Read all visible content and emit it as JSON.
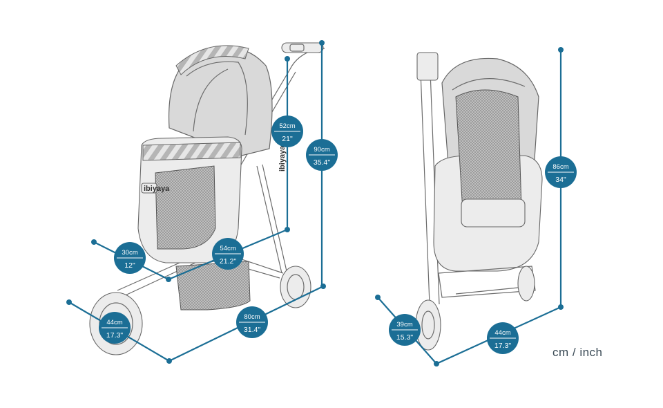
{
  "colors": {
    "dimension": "#1b6e95",
    "label_text": "#ffffff",
    "line_art": "#6b6b6b"
  },
  "stroller": {
    "brand_seat": "ibiyaya",
    "brand_frame": "ibiyaya"
  },
  "unfolded": {
    "width_axle": {
      "cm": "44cm",
      "inch": "17.3\""
    },
    "length": {
      "cm": "80cm",
      "inch": "31.4\""
    },
    "seat_width": {
      "cm": "30cm",
      "inch": "12\""
    },
    "seat_depth": {
      "cm": "54cm",
      "inch": "21.2\""
    },
    "handle_drop": {
      "cm": "52cm",
      "inch": "21\""
    },
    "total_height": {
      "cm": "90cm",
      "inch": "35.4\""
    }
  },
  "folded": {
    "height": {
      "cm": "86cm",
      "inch": "34\""
    },
    "depth": {
      "cm": "39cm",
      "inch": "15.3\""
    },
    "width": {
      "cm": "44cm",
      "inch": "17.3\""
    }
  },
  "unit_caption": "cm / inch"
}
